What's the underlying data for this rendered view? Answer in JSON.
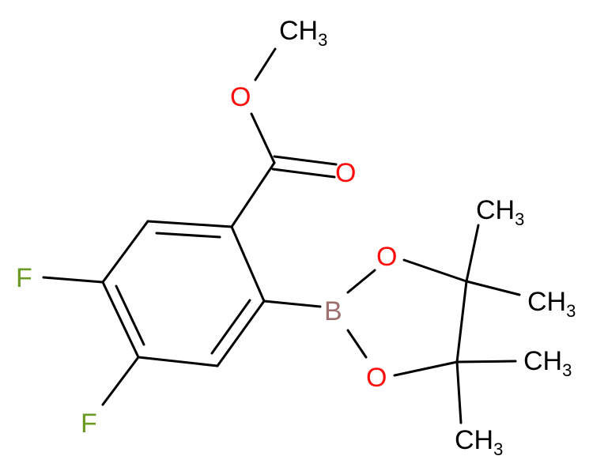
{
  "colors": {
    "bond": "#000000",
    "carbon_label": "#000000",
    "oxygen": "#ff0d0d",
    "fluorine": "#6a9a23",
    "boron": "#9d6f6f",
    "background": "#ffffff"
  },
  "atoms": {
    "ch3_top": {
      "main": "CH",
      "sub": "3"
    },
    "o_ester": {
      "text": "O"
    },
    "o_carbonyl": {
      "text": "O"
    },
    "f_upper": {
      "text": "F"
    },
    "f_lower": {
      "text": "F"
    },
    "b": {
      "text": "B"
    },
    "o_ring_upper": {
      "text": "O"
    },
    "o_ring_lower": {
      "text": "O"
    },
    "ch3_1": {
      "main": "CH",
      "sub": "3"
    },
    "ch3_2": {
      "main": "CH",
      "sub": "3"
    },
    "ch3_3": {
      "main": "CH",
      "sub": "3"
    },
    "ch3_4": {
      "main": "CH",
      "sub": "3"
    }
  }
}
